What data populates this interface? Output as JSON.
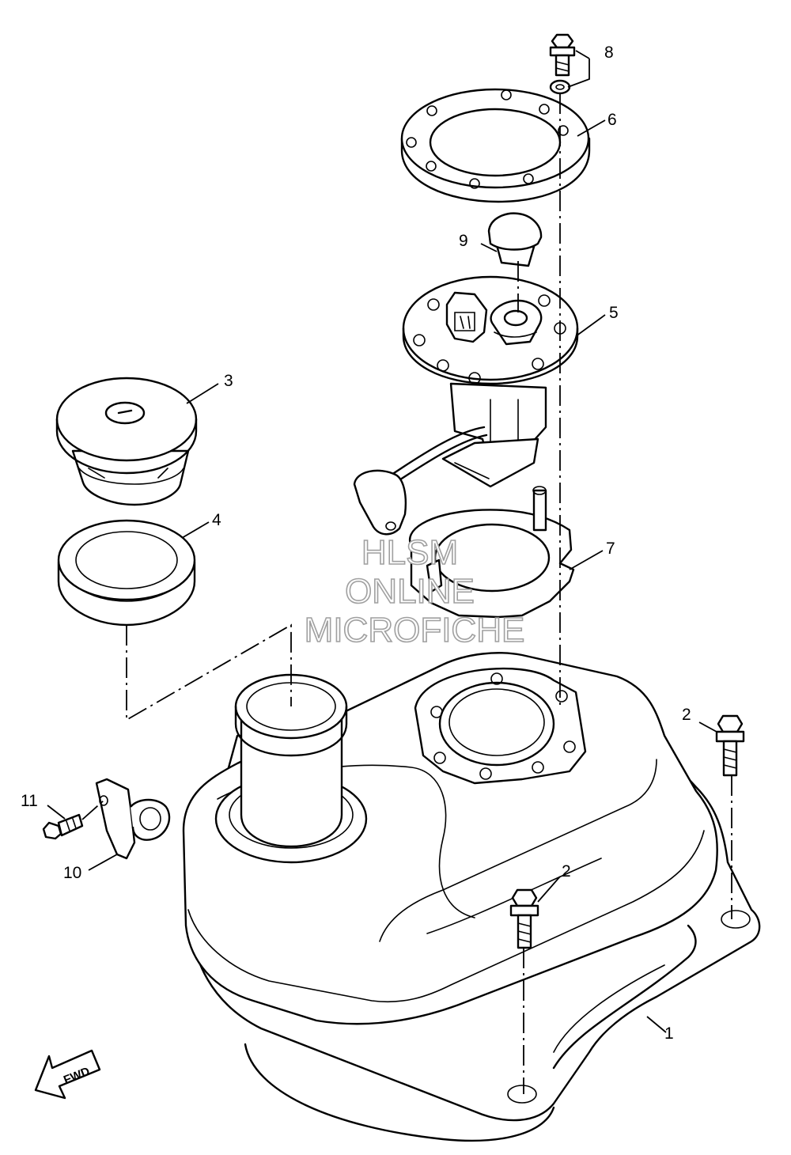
{
  "watermark": {
    "line1": "HLSM",
    "line2": "ONLINE",
    "line3": "MICROFICHE",
    "color": "#a0a0a0"
  },
  "fwd_label": "FWD",
  "callouts": {
    "c1": "1",
    "c2a": "2",
    "c2b": "2",
    "c3": "3",
    "c4": "4",
    "c5": "5",
    "c6": "6",
    "c7": "7",
    "c8": "8",
    "c9": "9",
    "c10": "10",
    "c11": "11"
  }
}
